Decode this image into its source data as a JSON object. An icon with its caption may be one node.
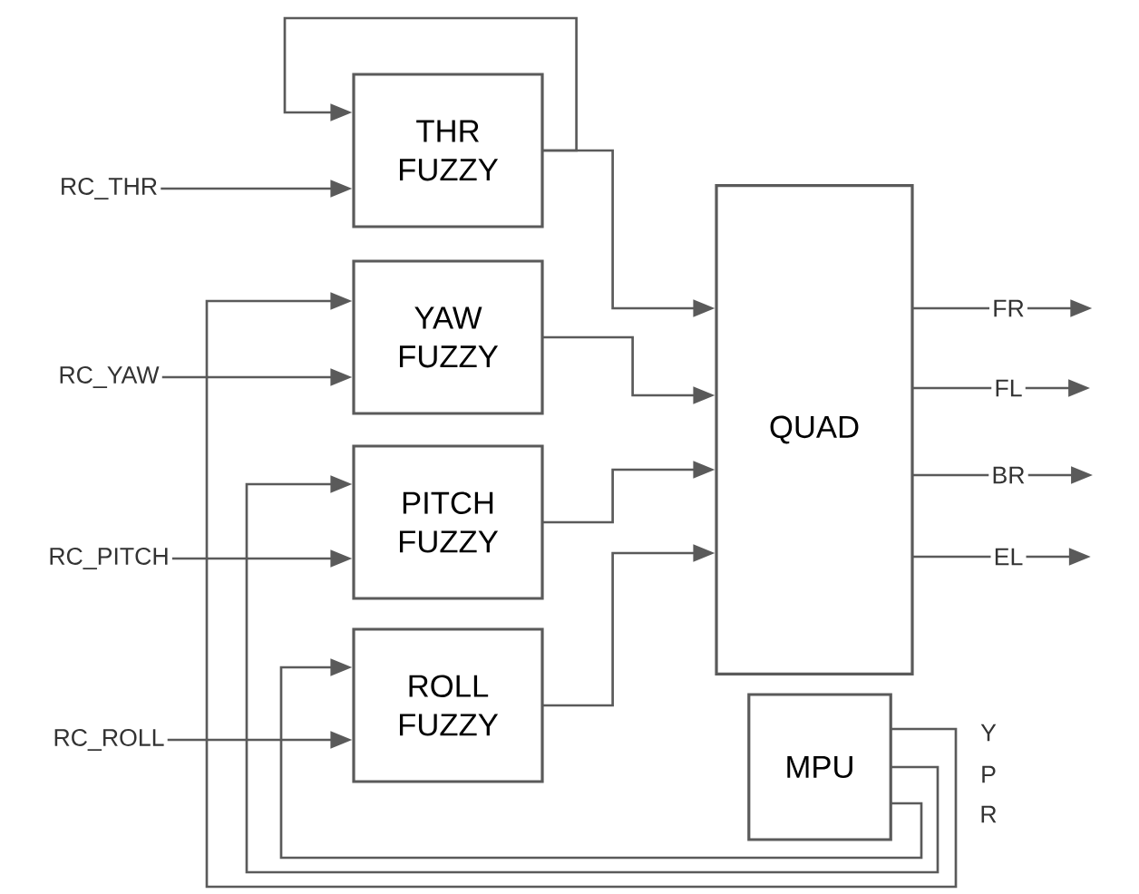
{
  "diagram": {
    "nodes": [
      {
        "text": [
          "RC_THR"
        ]
      },
      {
        "text": [
          "RC_YAW"
        ]
      },
      {
        "text": [
          "RC_PITCH"
        ]
      },
      {
        "text": [
          "RC_ROLL"
        ]
      },
      {
        "text": [
          "THR FUZZY"
        ]
      },
      {
        "text": [
          "YAW FUZZY"
        ]
      },
      {
        "text": [
          "PITCH FUZZY"
        ]
      },
      {
        "text": [
          "ROLL FUZZY"
        ]
      },
      {
        "text": [
          "QUAD"
        ]
      },
      {
        "text": [
          "MPU"
        ]
      },
      {
        "text": [
          "FR"
        ]
      },
      {
        "text": [
          "FL"
        ]
      },
      {
        "text": [
          "BR"
        ]
      },
      {
        "text": [
          "EL"
        ]
      }
    ],
    "edges": [
      {
        "from": 0,
        "to": 4,
        "arrow": "to"
      },
      {
        "from": 1,
        "to": 5,
        "arrow": "to"
      },
      {
        "from": 2,
        "to": 6,
        "arrow": "to"
      },
      {
        "from": 3,
        "to": 7,
        "arrow": "to"
      },
      {
        "from": 4,
        "to": 4,
        "arrow": "to"
      },
      {
        "from": 4,
        "to": 8,
        "arrow": "to"
      },
      {
        "from": 5,
        "to": 8,
        "arrow": "to"
      },
      {
        "from": 6,
        "to": 8,
        "arrow": "to"
      },
      {
        "from": 7,
        "to": 8,
        "arrow": "to"
      },
      {
        "from": 8,
        "to": 10,
        "arrow": "none"
      },
      {
        "from": 8,
        "to": 11,
        "arrow": "none"
      },
      {
        "from": 8,
        "to": 12,
        "arrow": "none"
      },
      {
        "from": 8,
        "to": 13,
        "arrow": "none"
      },
      {
        "from": 10,
        "to": null,
        "arrow": "to"
      },
      {
        "from": 11,
        "to": null,
        "arrow": "to"
      },
      {
        "from": 12,
        "to": null,
        "arrow": "to"
      },
      {
        "from": 13,
        "to": null,
        "arrow": "to"
      },
      {
        "from": 9,
        "to": 5,
        "arrow": "to"
      },
      {
        "from": 9,
        "to": 6,
        "arrow": "to"
      },
      {
        "from": 9,
        "to": 7,
        "arrow": "to"
      }
    ],
    "labels": [
      "Y",
      "P",
      "R"
    ]
  }
}
